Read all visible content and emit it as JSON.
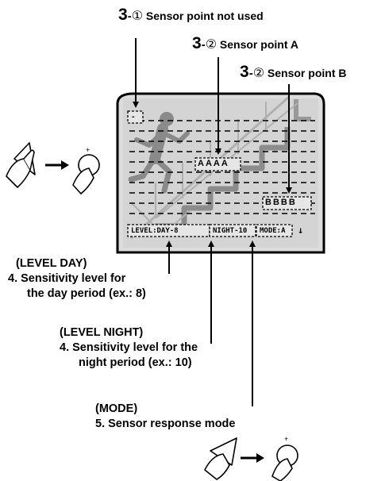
{
  "callouts": {
    "top1": {
      "num": "3",
      "dash": "-",
      "circ": "①",
      "text": "Sensor point not used"
    },
    "top2": {
      "num": "3",
      "dash": "-",
      "circ": "②",
      "text": "Sensor point A"
    },
    "top3": {
      "num": "3",
      "dash": "-",
      "circ": "②",
      "text": "Sensor point B"
    }
  },
  "monitor": {
    "unused_marker": "-",
    "sensor_a": "AAAA",
    "sensor_b": "BBBB",
    "osd_level": "LEVEL:DAY-8",
    "osd_night": "NIGHT-10",
    "osd_mode": "MODE:A",
    "osd_arrow": "↓"
  },
  "notes": {
    "level_day": {
      "heading": "(LEVEL DAY)",
      "line1": "4. Sensitivity level for",
      "line2": "the day period (ex.: 8)"
    },
    "level_night": {
      "heading": "(LEVEL NIGHT)",
      "line1": "4. Sensitivity level for the",
      "line2": "night period (ex.: 10)"
    },
    "mode": {
      "heading": "(MODE)",
      "line1": "5. Sensor response mode"
    }
  },
  "controls": {
    "plus_sign": "+"
  }
}
